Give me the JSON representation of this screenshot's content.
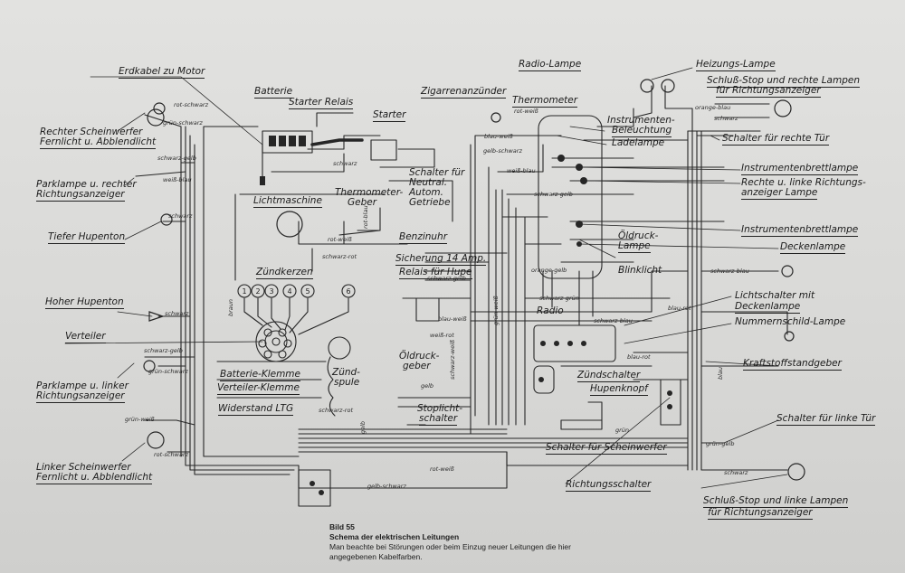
{
  "labels": {
    "erdkabel": "Erdkabel zu Motor",
    "batterie": "Batterie",
    "starter_relais": "Starter Relais",
    "starter": "Starter",
    "zigarren": "Zigarrenanzünder",
    "thermometer": "Thermometer",
    "radio_lampe": "Radio-Lampe",
    "heizungs_lampe": "Heizungs-Lampe",
    "schluss_rechts_1": "Schluß-Stop und rechte Lampen",
    "schluss_rechts_2": "für Richtungsanzeiger",
    "instr_bel_1": "Instrumenten-",
    "instr_bel_2": "Beleuchtung",
    "ladelampe": "Ladelampe",
    "schalter_rechte_tuer": "Schalter für rechte Tür",
    "rechter_sw_1": "Rechter Scheinwerfer",
    "rechter_sw_2": "Fernlicht u. Abblendlicht",
    "parklampe_rechts_1": "Parklampe u. rechter",
    "parklampe_rechts_2": "Richtungsanzeiger",
    "tiefer_hupenton": "Tiefer Hupenton",
    "lichtmaschine": "Lichtmaschine",
    "thermo_geber_1": "Thermometer-",
    "thermo_geber_2": "Geber",
    "schalter_neutral_1": "Schalter für",
    "schalter_neutral_2": "Neutral.",
    "schalter_neutral_3": "Autom.",
    "schalter_neutral_4": "Getriebe",
    "instr_brett_1": "Instrumentenbrettlampe",
    "rechte_linke_1": "Rechte u. linke Richtungs-",
    "rechte_linke_2": "anzeiger Lampe",
    "instr_brett_2": "Instrumentenbrettlampe",
    "oeldruck_lampe_1": "Öldruck-",
    "oeldruck_lampe_2": "Lampe",
    "deckenlampe": "Deckenlampe",
    "benzinuhr": "Benzinuhr",
    "sicherung": "Sicherung 14 Amp.",
    "relais_hupe": "Relais für Hupe",
    "blinklicht": "Blinklicht",
    "zuendkerzen": "Zündkerzen",
    "hoher_hupenton": "Hoher Hupenton",
    "radio": "Radio",
    "lichtschalter_1": "Lichtschalter mit",
    "lichtschalter_2": "Deckenlampe",
    "nummernschild": "Nummernschild-Lampe",
    "verteiler": "Verteiler",
    "oeldruckgeber_1": "Öldruck-",
    "oeldruckgeber_2": "geber",
    "kraftstoff": "Kraftstoffstandgeber",
    "parklampe_links_1": "Parklampe u. linker",
    "parklampe_links_2": "Richtungsanzeiger",
    "batterie_klemme": "Batterie-Klemme",
    "verteiler_klemme": "Verteiler-Klemme",
    "zuendspule_1": "Zünd-",
    "zuendspule_2": "spule",
    "widerstand": "Widerstand LTG",
    "zuendschalter": "Zündschalter",
    "hupenknopf": "Hupenknopf",
    "schalter_linke_tuer": "Schalter für linke Tür",
    "stoplicht_1": "Stoplicht-",
    "stoplicht_2": "schalter",
    "schalter_scheinwerfer": "Schalter für Scheinwerfer",
    "linker_sw_1": "Linker Scheinwerfer",
    "linker_sw_2": "Fernlicht u. Abblendlicht",
    "richtungsschalter": "Richtungsschalter",
    "schluss_links_1": "Schluß-Stop und linke Lampen",
    "schluss_links_2": "für Richtungsanzeiger"
  },
  "plugs": [
    "1",
    "2",
    "3",
    "4",
    "5",
    "6"
  ],
  "wire_colors": {
    "w1": "rot-schwarz",
    "w2": "grün-schwarz",
    "w3": "schwarz-gelb",
    "w4": "weiß-blau",
    "w5": "schwarz",
    "w6": "schwarz",
    "w7": "schwarz-gelb",
    "w8": "grün-schwarz",
    "w9": "rot-schwarz",
    "w10": "schwarz",
    "w11": "rot-weiß",
    "w12": "blau-weiß",
    "w13": "gelb-schwarz",
    "w14": "orange-blau",
    "w15": "schwarz",
    "w16": "weiß-blau",
    "w17": "schwarz-gelb",
    "w18": "rot-weiß",
    "w19": "schwarz-rot",
    "w20": "schwarz-gelb",
    "w21": "blau-weiß",
    "w22": "weiß-rot",
    "w23": "schwarz-blau",
    "w24": "blau-rot",
    "w25": "gelb",
    "w26": "rot-weiß",
    "w27": "gelb-schwarz",
    "w28": "grün-gelb",
    "w29": "schwarz",
    "w30": "grün",
    "w31": "grün-weiß",
    "w32": "blau-rot",
    "w33": "schwarz-blau",
    "w34": "braun",
    "w35": "gelb",
    "w36": "schwarz-grün",
    "w37": "blau",
    "w38": "rot-blau",
    "w39": "orange-gelb",
    "w40": "schwarz-weiß",
    "w41": "schwarz-rot",
    "w42": "grün-weiß"
  },
  "caption": {
    "number": "Bild 55",
    "title": "Schema der elektrischen Leitungen",
    "line1": "Man beachte bei Störungen oder beim Einzug neuer Leitungen die hier",
    "line2": "angegebenen Kabelfarben."
  },
  "colors": {
    "paper": "#dedede",
    "ink": "#1f1f1f"
  }
}
